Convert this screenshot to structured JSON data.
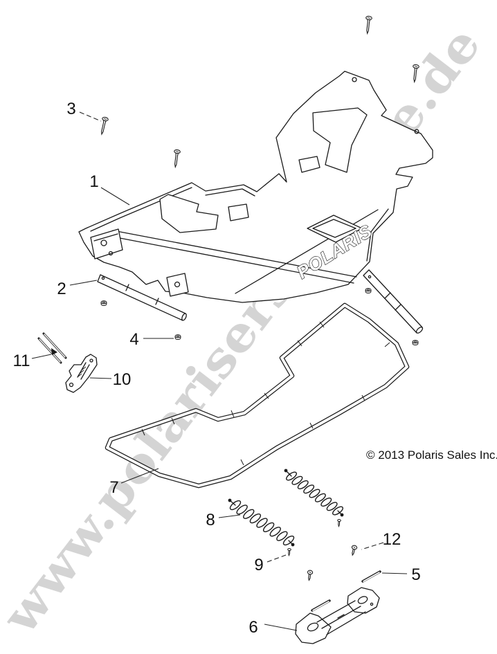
{
  "diagram": {
    "watermark": "www.polarisersatzteile.de",
    "copyright": "© 2013 Polaris Sales Inc.",
    "brand_logo": "POLARIS",
    "colors": {
      "line": "#1a1a1a",
      "watermark": "#d4d4d4",
      "background": "#ffffff"
    },
    "callouts": [
      {
        "number": "1"
      },
      {
        "number": "2"
      },
      {
        "number": "3"
      },
      {
        "number": "4"
      },
      {
        "number": "5"
      },
      {
        "number": "6"
      },
      {
        "number": "7"
      },
      {
        "number": "8"
      },
      {
        "number": "9"
      },
      {
        "number": "10"
      },
      {
        "number": "11"
      },
      {
        "number": "12"
      }
    ]
  }
}
